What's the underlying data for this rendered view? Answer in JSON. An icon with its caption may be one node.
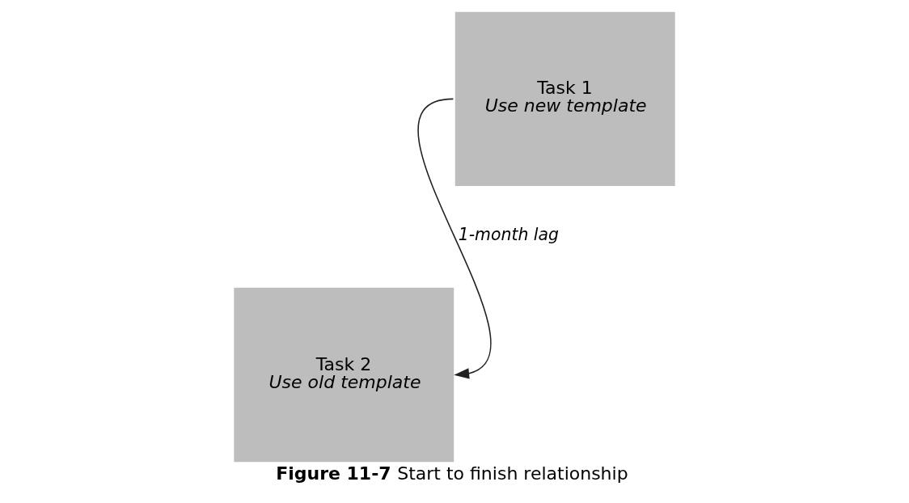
{
  "diagram": {
    "caption": "**Figure 11-7**  Start to finish relationship",
    "nodes": [
      {
        "text": [
          "Task 1",
          "Use new template"
        ]
      },
      {
        "text": [
          "Task 2",
          "Use old template"
        ]
      }
    ],
    "edges": [
      {
        "from": 0,
        "to": 1,
        "arrow": "to",
        "label": "1-month lag"
      }
    ]
  }
}
